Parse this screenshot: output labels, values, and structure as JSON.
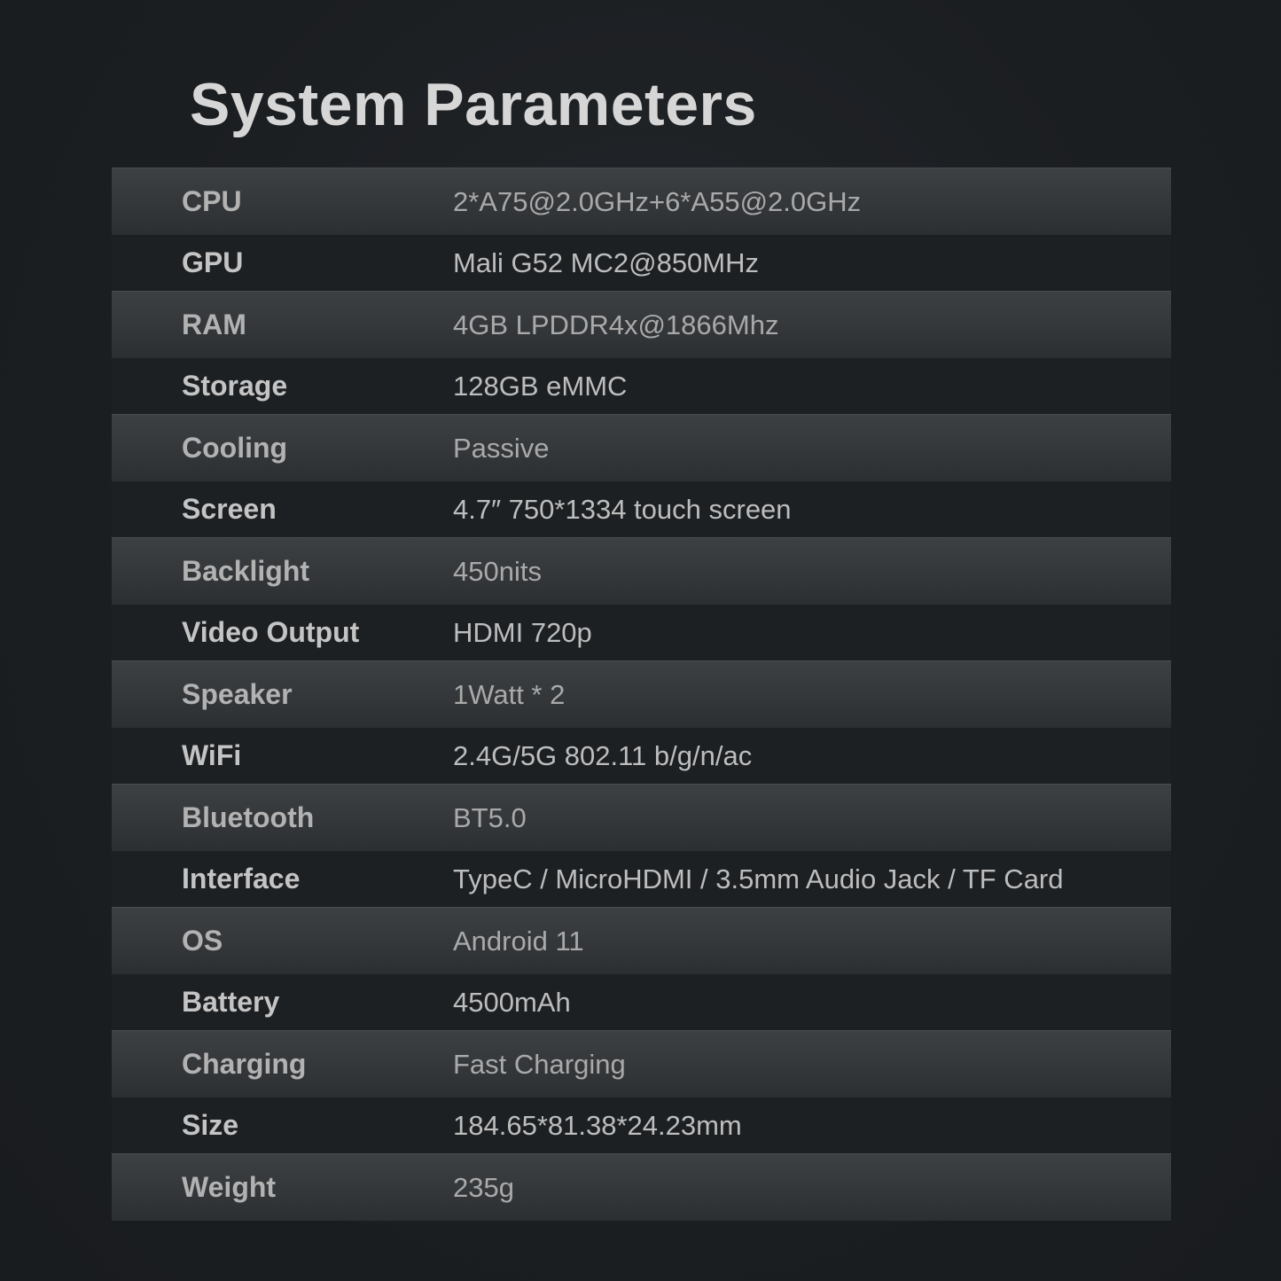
{
  "title": "System Parameters",
  "specs": [
    {
      "label": "CPU",
      "value": "2*A75@2.0GHz+6*A55@2.0GHz"
    },
    {
      "label": "GPU",
      "value": "Mali G52 MC2@850MHz"
    },
    {
      "label": "RAM",
      "value": "4GB LPDDR4x@1866Mhz"
    },
    {
      "label": "Storage",
      "value": "128GB eMMC"
    },
    {
      "label": "Cooling",
      "value": "Passive"
    },
    {
      "label": "Screen",
      "value": "4.7″  750*1334 touch screen"
    },
    {
      "label": "Backlight",
      "value": "450nits"
    },
    {
      "label": "Video Output",
      "value": "HDMI 720p"
    },
    {
      "label": "Speaker",
      "value": "1Watt * 2"
    },
    {
      "label": "WiFi",
      "value": "2.4G/5G  802.11 b/g/n/ac"
    },
    {
      "label": "Bluetooth",
      "value": "BT5.0"
    },
    {
      "label": "Interface",
      "value": "TypeC / MicroHDMI / 3.5mm Audio Jack / TF Card"
    },
    {
      "label": "OS",
      "value": "Android 11"
    },
    {
      "label": "Battery",
      "value": "4500mAh"
    },
    {
      "label": "Charging",
      "value": "Fast Charging"
    },
    {
      "label": "Size",
      "value": "184.65*81.38*24.23mm"
    },
    {
      "label": "Weight",
      "value": "235g"
    }
  ],
  "colors": {
    "background": "#1b1e21",
    "shaded_row": "#36393c",
    "plain_row": "#1d2023",
    "title_text": "#d6d6d6"
  }
}
